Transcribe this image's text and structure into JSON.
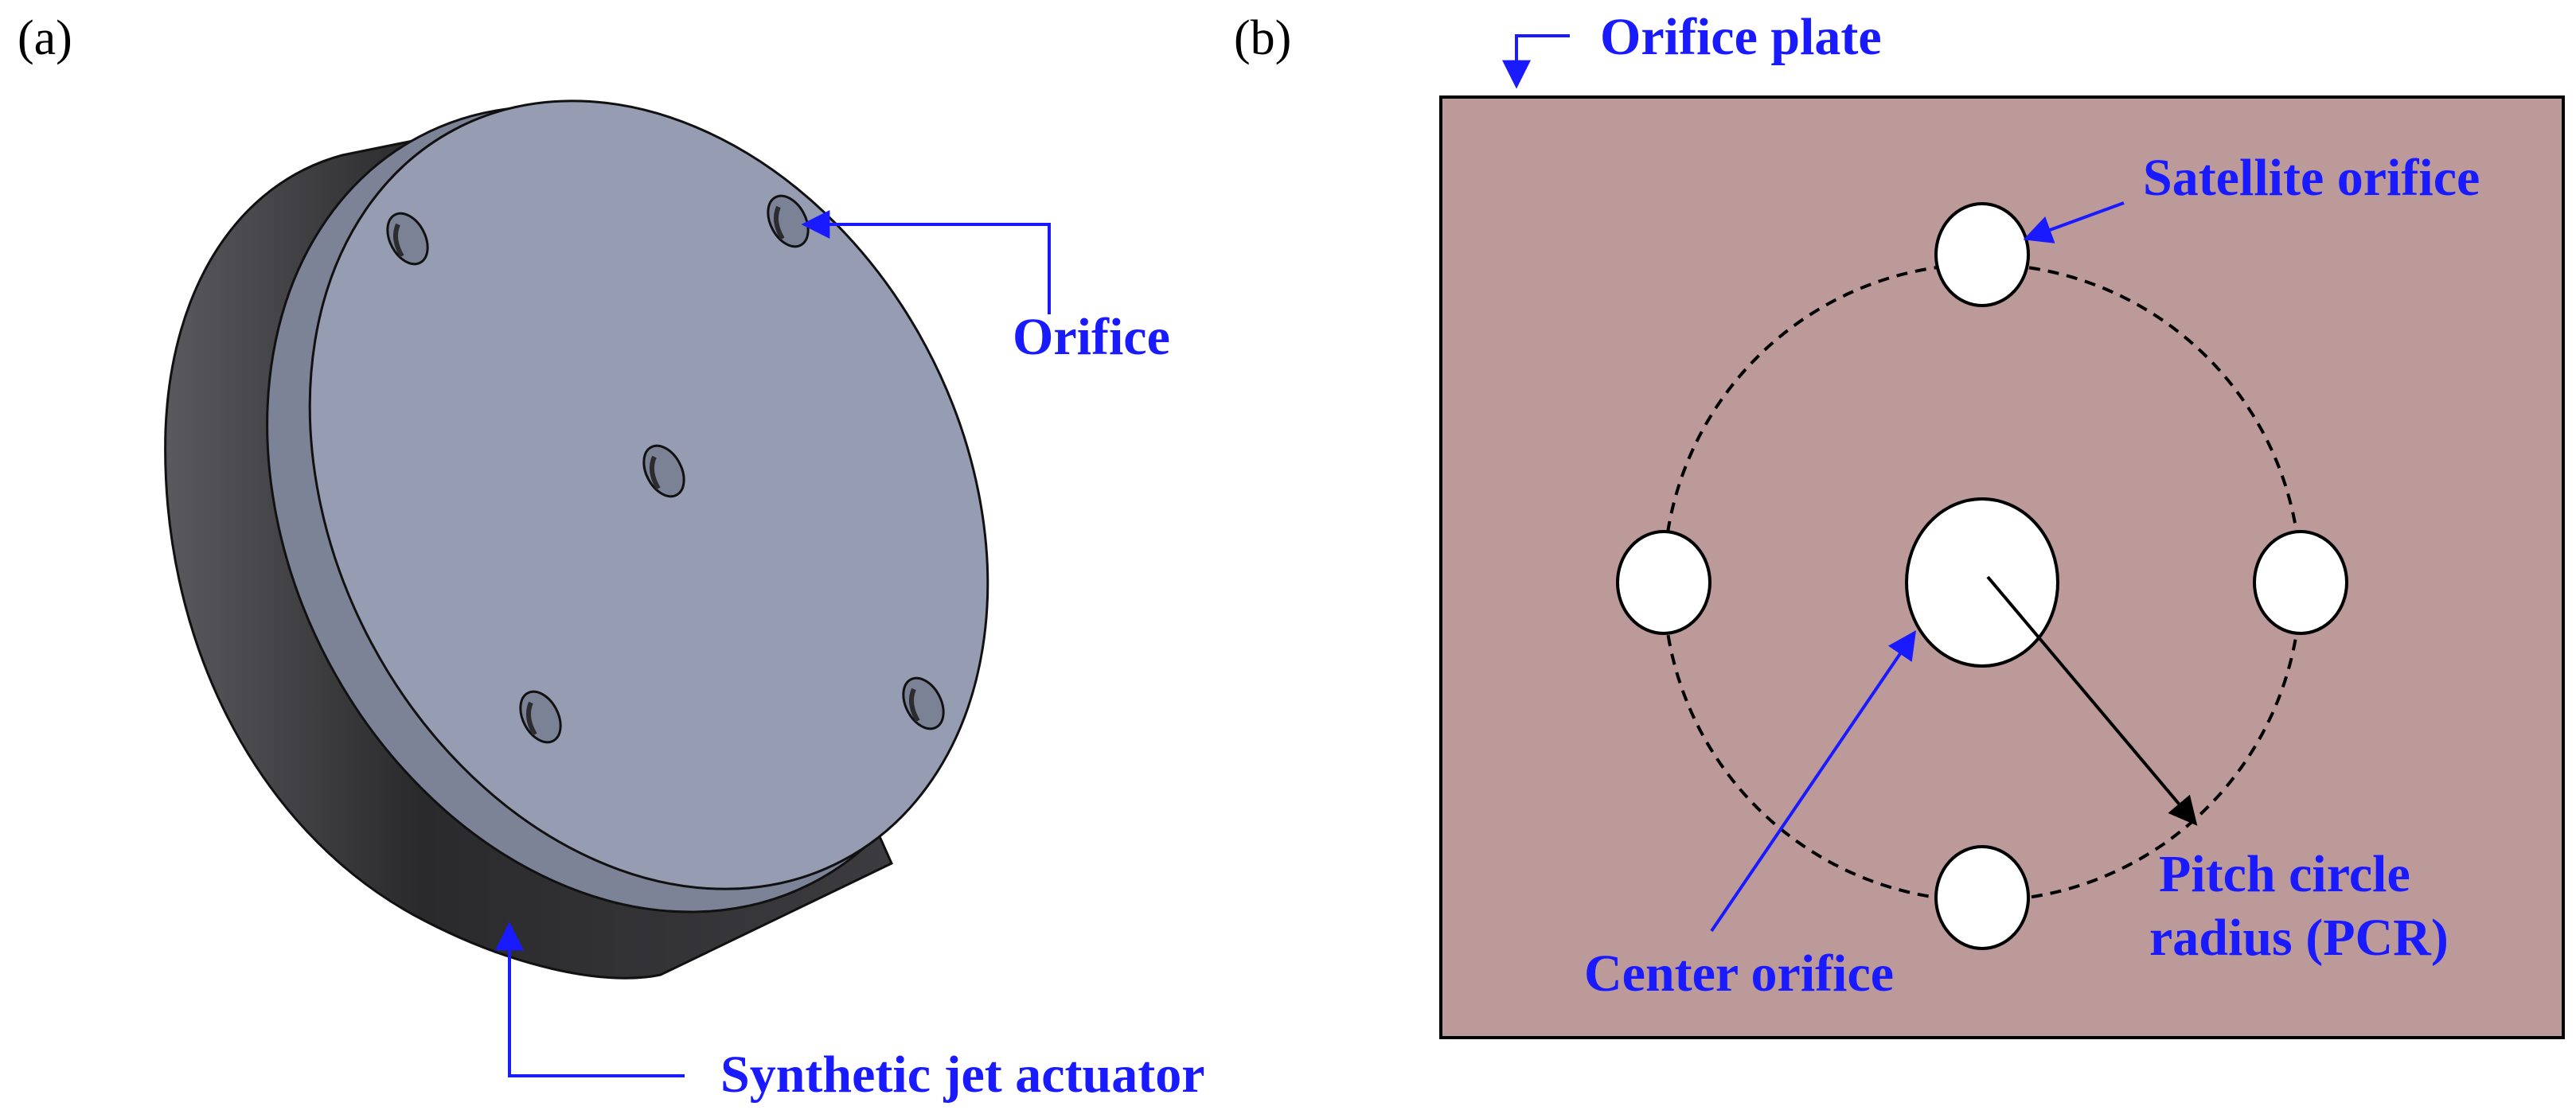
{
  "panel_a": {
    "label": "(a)",
    "orifice_label": "Orifice",
    "actuator_label": "Synthetic jet actuator"
  },
  "panel_b": {
    "label": "(b)",
    "plate_label": "Orifice plate",
    "satellite_label": "Satellite orifice",
    "center_label": "Center orifice",
    "pcr_label_line1": "Pitch circle",
    "pcr_label_line2": "radius (PCR)"
  },
  "colors": {
    "callout": "#1a1aff",
    "plate_fill": "#bd9a9a",
    "disc_face": "#969db2",
    "disc_side": "#3a3a3c"
  }
}
